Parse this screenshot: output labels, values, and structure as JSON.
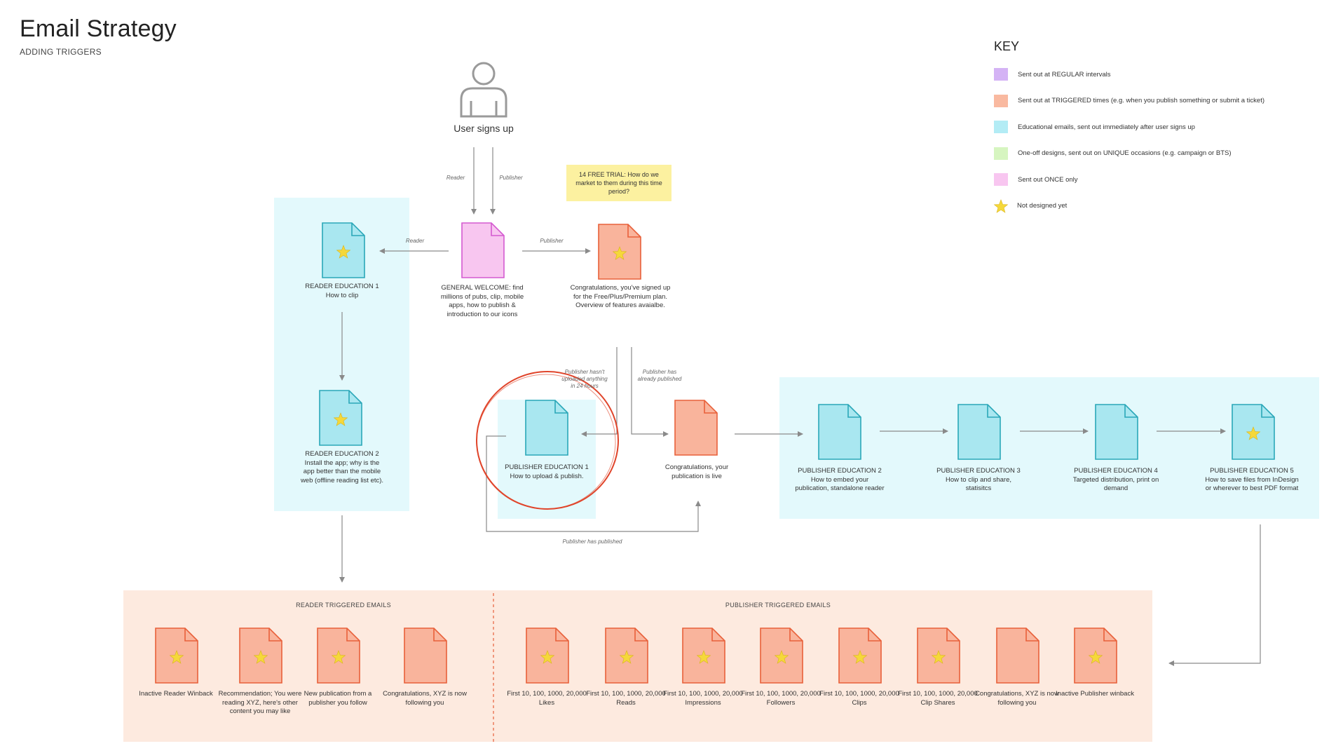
{
  "header": {
    "title": "Email Strategy",
    "subtitle": "ADDING TRIGGERS"
  },
  "key": {
    "title": "KEY",
    "items": [
      {
        "label": "Sent out at REGULAR intervals",
        "color": "#d4b3f5"
      },
      {
        "label": "Sent out at TRIGGERED times (e.g. when you publish something or submit a ticket)",
        "color": "#f9b9a0"
      },
      {
        "label": "Educational emails, sent out immediately after user signs up",
        "color": "#b3ecf5"
      },
      {
        "label": "One-off designs, sent out on UNIQUE occasions (e.g. campaign or BTS)",
        "color": "#d6f5c0"
      },
      {
        "label": "Sent out ONCE only",
        "color": "#f8c6f0"
      },
      {
        "label": "Not designed yet",
        "icon": "star-icon",
        "color": "#f5d83a"
      }
    ]
  },
  "colors": {
    "edu_fill": "#a9e7f0",
    "edu_stroke": "#2aa7b8",
    "edu_zone": "#e3f9fc",
    "trig_fill": "#f9b49c",
    "trig_stroke": "#e8603a",
    "trig_zone": "#fdeadf",
    "once_fill": "#f8c6f0",
    "once_stroke": "#d45ad0",
    "star": "#f5d83a",
    "circle": "#e0442a",
    "note": "#fcf1a0"
  },
  "start": {
    "label": "User signs up",
    "icon": "user-icon"
  },
  "edge_labels": {
    "reader_down": "Reader",
    "publisher_down": "Publisher",
    "reader_left": "Reader",
    "publisher_right": "Publisher",
    "not_uploaded": "Publisher hasn't uploaded anything in 24 hours",
    "already_published": "Publisher has already published",
    "has_published": "Publisher has published"
  },
  "note": {
    "text": "14 FREE TRIAL: How do we market to them during this time period?"
  },
  "nodes": {
    "general_welcome": {
      "label": "GENERAL WELCOME: find millions of pubs, clip, mobile apps, how to publish & introduction to our icons"
    },
    "congrats_plan": {
      "label": "Congratulations, you've signed up for the Free/Plus/Premium plan. Overview of features avaialbe."
    },
    "reader_edu_1": {
      "label": "READER EDUCATION 1 How to clip"
    },
    "reader_edu_2": {
      "label": "READER EDUCATION 2 Install the app; why is the app better than the mobile web (offline reading list etc)."
    },
    "publisher_edu_1": {
      "label": "PUBLISHER EDUCATION 1 How to upload & publish."
    },
    "congrats_live": {
      "label": "Congratulations, your publication is live"
    },
    "publisher_edu_2": {
      "label": "PUBLISHER EDUCATION 2 How to embed your publication, standalone reader"
    },
    "publisher_edu_3": {
      "label": "PUBLISHER EDUCATION 3 How to clip and share, statisitcs"
    },
    "publisher_edu_4": {
      "label": "PUBLISHER EDUCATION 4 Targeted distribution, print on demand"
    },
    "publisher_edu_5": {
      "label": "PUBLISHER EDUCATION 5 How to save files from InDesign or wherever to best PDF format"
    }
  },
  "reader_triggered": {
    "title": "READER TRIGGERED EMAILS",
    "items": [
      {
        "label": "Inactive Reader Winback",
        "star": true
      },
      {
        "label": "Recommendation; You were reading XYZ, here's other content you may like",
        "star": true
      },
      {
        "label": "New publication from a publisher you follow",
        "star": true
      },
      {
        "label": "Congratulations, XYZ is now following you",
        "star": false
      }
    ]
  },
  "publisher_triggered": {
    "title": "PUBLISHER TRIGGERED EMAILS",
    "items": [
      {
        "label": "First 10, 100, 1000, 20,000 Likes",
        "star": true
      },
      {
        "label": "First 10, 100, 1000, 20,000 Reads",
        "star": true
      },
      {
        "label": "First 10, 100, 1000, 20,000 Impressions",
        "star": true
      },
      {
        "label": "First 10, 100, 1000, 20,000 Followers",
        "star": true
      },
      {
        "label": "First 10, 100, 1000, 20,000 Clips",
        "star": true
      },
      {
        "label": "First 10, 100, 1000, 20,000 Clip Shares",
        "star": true
      },
      {
        "label": "Congratulations, XYZ is now following you",
        "star": false
      },
      {
        "label": "Inactive Publisher winback",
        "star": true
      }
    ]
  }
}
